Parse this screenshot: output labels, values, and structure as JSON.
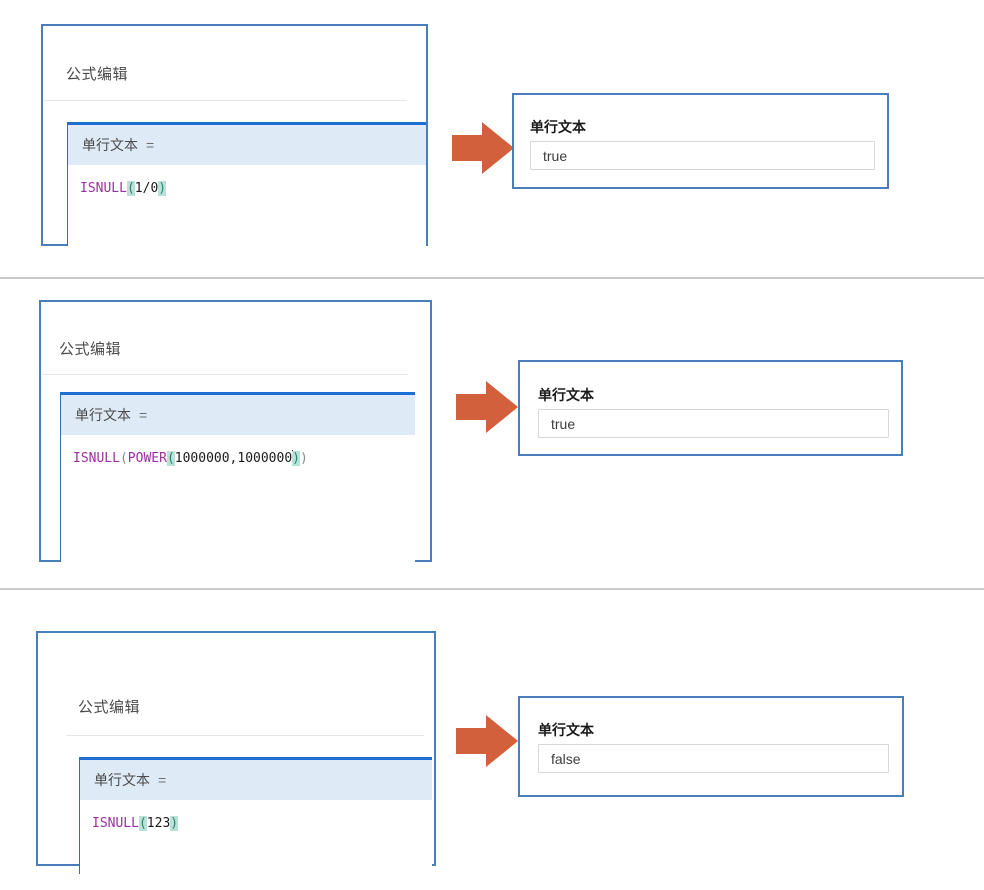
{
  "page": {
    "accent_blue": "#4a7ebb",
    "arrow_color": "#d2603c",
    "formula_header_bg": "#deebf7",
    "separator_color": "#c9cacb"
  },
  "sections": [
    {
      "editor": {
        "title": "公式编辑",
        "field_label": "单行文本",
        "equals": "=",
        "formula": {
          "full_text": "ISNULL(1/0)",
          "tokens": [
            {
              "text": "ISNULL",
              "style": "fn"
            },
            {
              "text": "(",
              "style": "paren-highlight"
            },
            {
              "text": "1/0",
              "style": "num"
            },
            {
              "text": ")",
              "style": "paren-highlight"
            }
          ]
        }
      },
      "arrow": {
        "icon": "right-arrow-icon"
      },
      "result": {
        "label": "单行文本",
        "value": "true"
      }
    },
    {
      "editor": {
        "title": "公式编辑",
        "field_label": "单行文本",
        "equals": "=",
        "formula": {
          "full_text": "ISNULL(POWER(1000000,1000000))",
          "tokens": [
            {
              "text": "ISNULL",
              "style": "fn"
            },
            {
              "text": "(",
              "style": "paren"
            },
            {
              "text": "POWER",
              "style": "fn"
            },
            {
              "text": "(",
              "style": "paren-highlight"
            },
            {
              "text": "1000000,1000000",
              "style": "num"
            },
            {
              "text": "|caret|",
              "style": "caret"
            },
            {
              "text": ")",
              "style": "paren-highlight"
            },
            {
              "text": ")",
              "style": "paren"
            }
          ]
        }
      },
      "arrow": {
        "icon": "right-arrow-icon"
      },
      "result": {
        "label": "单行文本",
        "value": "true"
      }
    },
    {
      "editor": {
        "title": "公式编辑",
        "field_label": "单行文本",
        "equals": "=",
        "formula": {
          "full_text": "ISNULL(123)",
          "tokens": [
            {
              "text": "ISNULL",
              "style": "fn"
            },
            {
              "text": "(",
              "style": "paren-highlight"
            },
            {
              "text": "123",
              "style": "num"
            },
            {
              "text": ")",
              "style": "paren-highlight"
            }
          ]
        }
      },
      "arrow": {
        "icon": "right-arrow-icon"
      },
      "result": {
        "label": "单行文本",
        "value": "false"
      }
    }
  ]
}
